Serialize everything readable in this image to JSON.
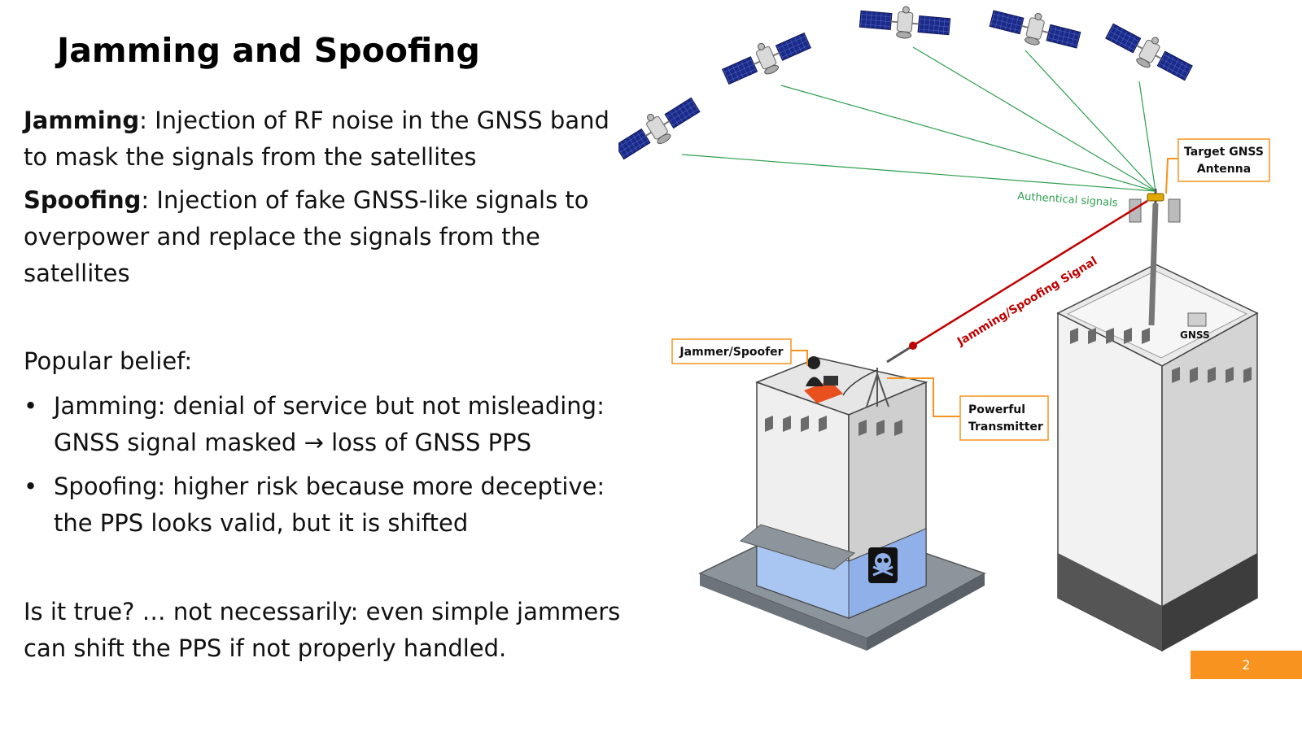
{
  "slide": {
    "title": "Jamming and Spoofing",
    "jamming_term": "Jamming",
    "jamming_text": ": Injection of RF noise in the GNSS band to mask the signals from the satellites",
    "spoofing_term": "Spoofing",
    "spoofing_text": ": Injection of fake GNSS-like signals to overpower and replace the signals from the satellites",
    "belief_heading": "Popular belief:",
    "bullets": [
      "Jamming: denial of service but not misleading: GNSS signal masked → loss of GNSS PPS",
      "Spoofing: higher risk because more deceptive: the PPS looks valid, but it is shifted"
    ],
    "question": "Is it true? … not necessarily: even simple jammers can shift the PPS if not properly handled.",
    "page_number": "2"
  },
  "diagram": {
    "labels": {
      "target_line1": "Target GNSS",
      "target_line2": "Antenna",
      "authentic": "Authentical signals",
      "spoof_signal": "Jamming/Spoofing Signal",
      "jammer": "Jammer/Spoofer",
      "transmitter_line1": "Powerful",
      "transmitter_line2": "Transmitter",
      "gnss": "GNSS"
    },
    "colors": {
      "authentic_line": "#2e9e4f",
      "spoof_line": "#c00000",
      "callout_border": "#f7931e",
      "page_bar": "#f7931e",
      "solar_panel": "#1a2a8a"
    }
  }
}
